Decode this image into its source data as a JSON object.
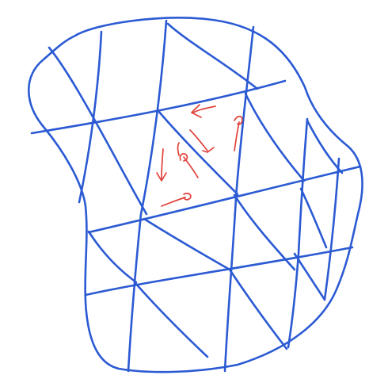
{
  "colors": {
    "background": "#ffffff",
    "mesh_ink": "#2b5ad3",
    "arrow_ink": "#e0413a"
  },
  "figure": {
    "kind": "hand-drawn triangulated mesh inside a closed blob outline",
    "triangle_mesh": {
      "grid_rows": 4,
      "grid_columns": 4
    },
    "arrows": {
      "count": 7,
      "ink": "red"
    }
  }
}
